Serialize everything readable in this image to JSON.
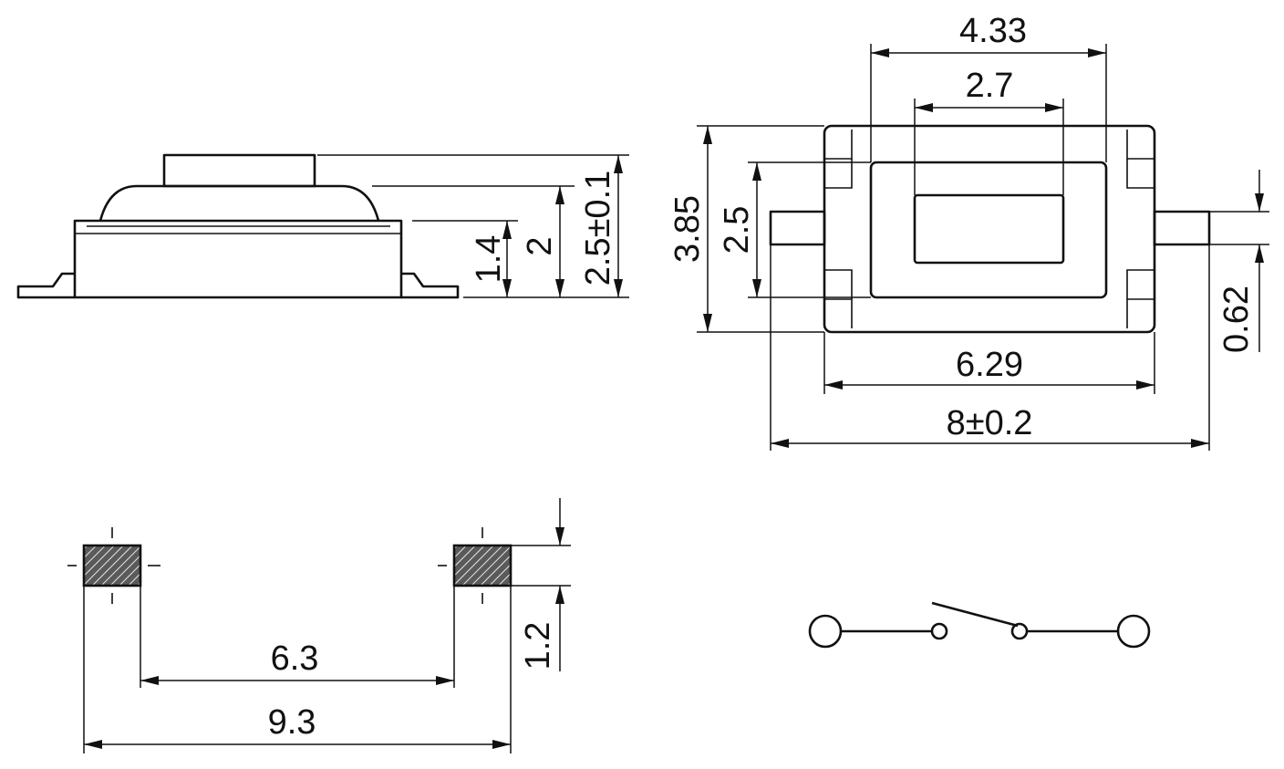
{
  "side_view": {
    "dim_total_height": "2.5±0.1",
    "dim_height": "2",
    "dim_body_height": "1.4"
  },
  "top_view": {
    "dim_body_width": "4.33",
    "dim_button_width": "2.7",
    "dim_total_depth": "3.85",
    "dim_inner_depth": "2.5",
    "dim_terminal_width": "0.62",
    "dim_body_length": "6.29",
    "dim_overall_length": "8±0.2"
  },
  "footprint": {
    "dim_pad_spacing": "6.3",
    "dim_overall_span": "9.3",
    "dim_pad_height": "1.2"
  },
  "symbol": {
    "type": "normally-open-switch"
  }
}
